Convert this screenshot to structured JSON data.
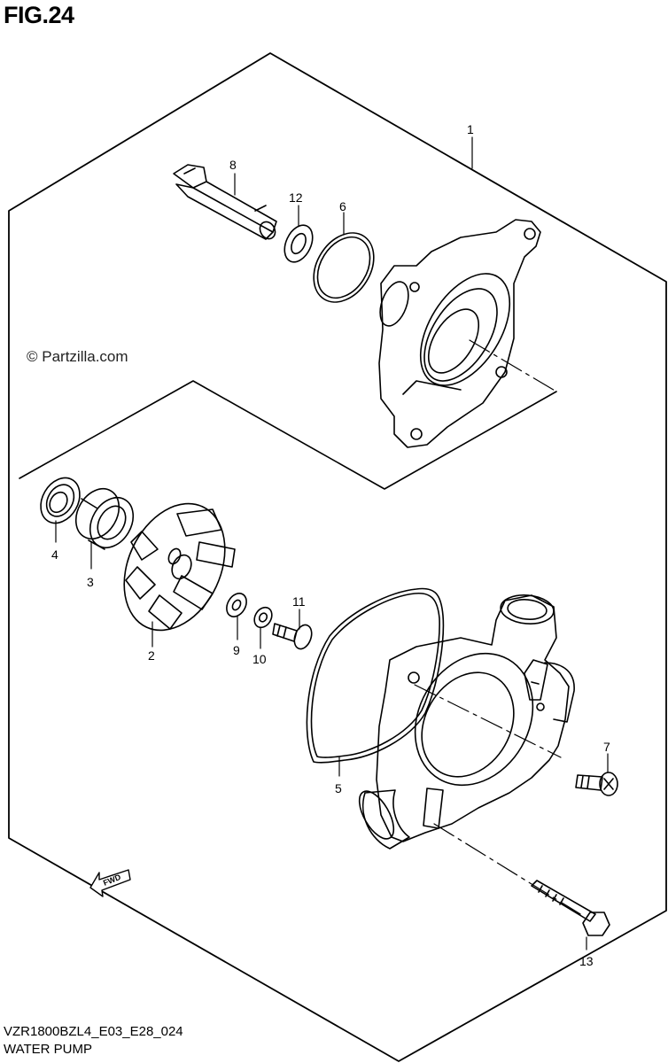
{
  "figure": {
    "title": "FIG.24",
    "watermark": "© Partzilla.com",
    "footer_code": "VZR1800BZL4_E03_E28_024",
    "footer_name": "WATER PUMP",
    "fwd_label": "FWD"
  },
  "callouts": [
    {
      "id": "1",
      "label": "1"
    },
    {
      "id": "2",
      "label": "2"
    },
    {
      "id": "3",
      "label": "3"
    },
    {
      "id": "4",
      "label": "4"
    },
    {
      "id": "5",
      "label": "5"
    },
    {
      "id": "6",
      "label": "6"
    },
    {
      "id": "7",
      "label": "7"
    },
    {
      "id": "8",
      "label": "8"
    },
    {
      "id": "9",
      "label": "9"
    },
    {
      "id": "10",
      "label": "10"
    },
    {
      "id": "11",
      "label": "11"
    },
    {
      "id": "12",
      "label": "12"
    },
    {
      "id": "13",
      "label": "13"
    }
  ]
}
